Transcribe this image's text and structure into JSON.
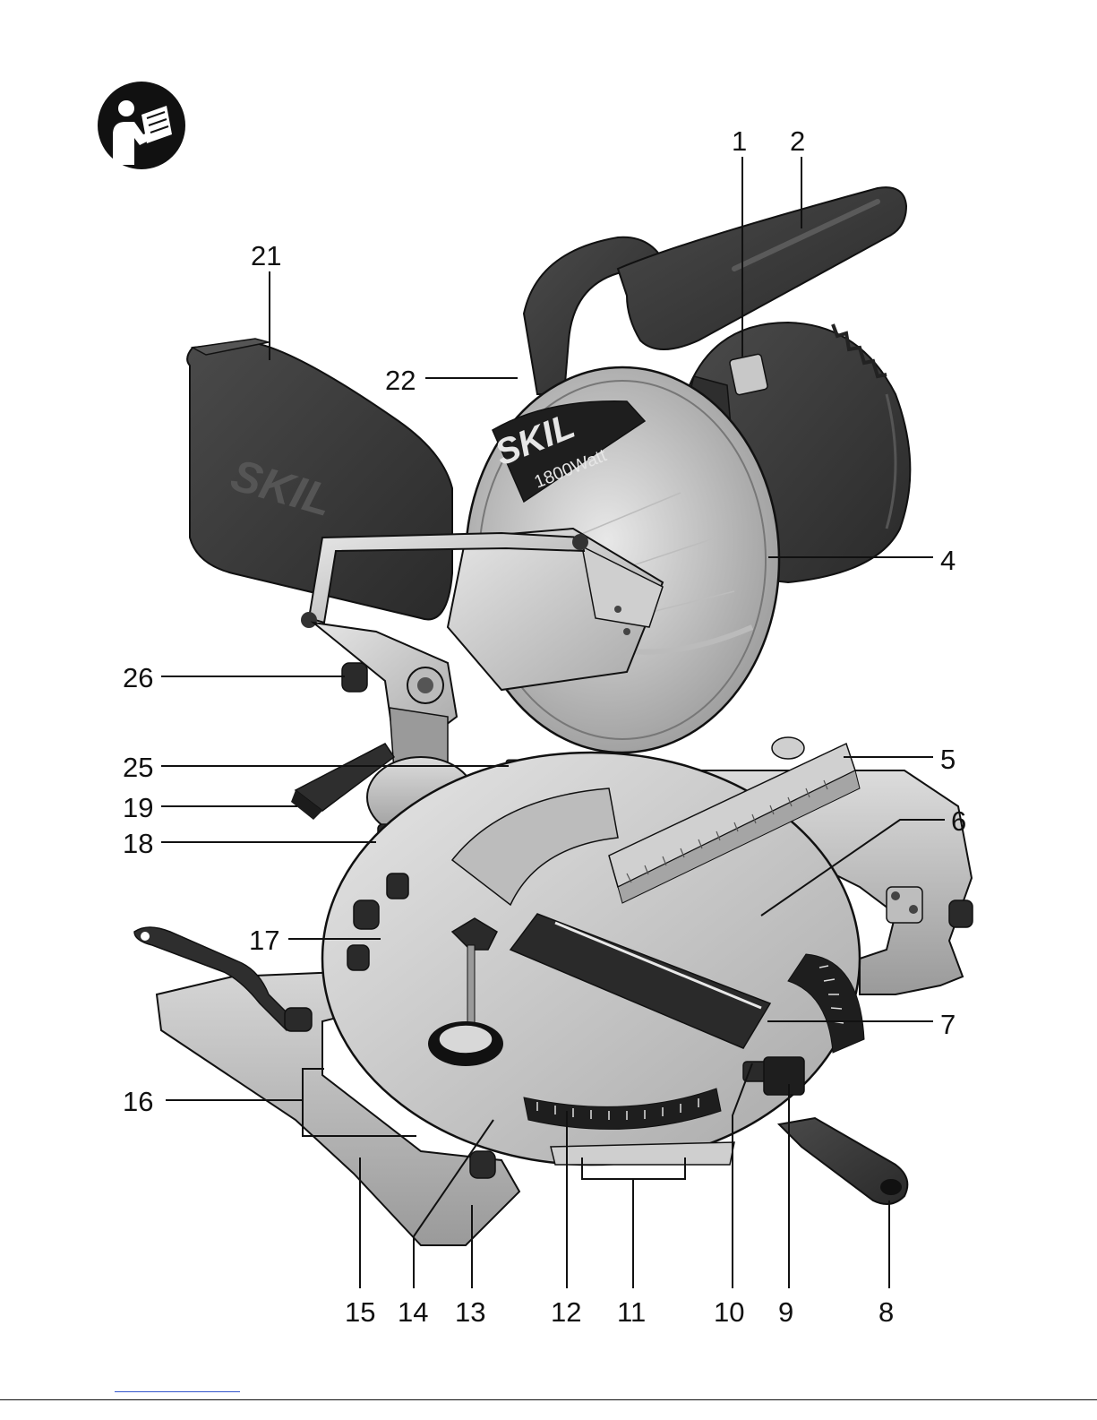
{
  "product": {
    "brand_marks": [
      "SKIL",
      "SKIL"
    ],
    "wattage_label": "1800Watt"
  },
  "icons": {
    "manual_icon": "read-manual-icon"
  },
  "colors": {
    "ink": "#111111",
    "dark_plastic": "#3a3a3a",
    "mid_gray": "#8a8a8a",
    "light_metal": "#d6d6d6",
    "link_blue": "#3355cc"
  },
  "callouts": [
    {
      "id": "c1",
      "label": "1"
    },
    {
      "id": "c2",
      "label": "2"
    },
    {
      "id": "c4",
      "label": "4"
    },
    {
      "id": "c5",
      "label": "5"
    },
    {
      "id": "c6",
      "label": "6"
    },
    {
      "id": "c7",
      "label": "7"
    },
    {
      "id": "c8",
      "label": "8"
    },
    {
      "id": "c9",
      "label": "9"
    },
    {
      "id": "c10",
      "label": "10"
    },
    {
      "id": "c11",
      "label": "11"
    },
    {
      "id": "c12",
      "label": "12"
    },
    {
      "id": "c13",
      "label": "13"
    },
    {
      "id": "c14",
      "label": "14"
    },
    {
      "id": "c15",
      "label": "15"
    },
    {
      "id": "c16",
      "label": "16"
    },
    {
      "id": "c17",
      "label": "17"
    },
    {
      "id": "c18",
      "label": "18"
    },
    {
      "id": "c19",
      "label": "19"
    },
    {
      "id": "c21",
      "label": "21"
    },
    {
      "id": "c22",
      "label": "22"
    },
    {
      "id": "c25",
      "label": "25"
    },
    {
      "id": "c26",
      "label": "26"
    }
  ]
}
